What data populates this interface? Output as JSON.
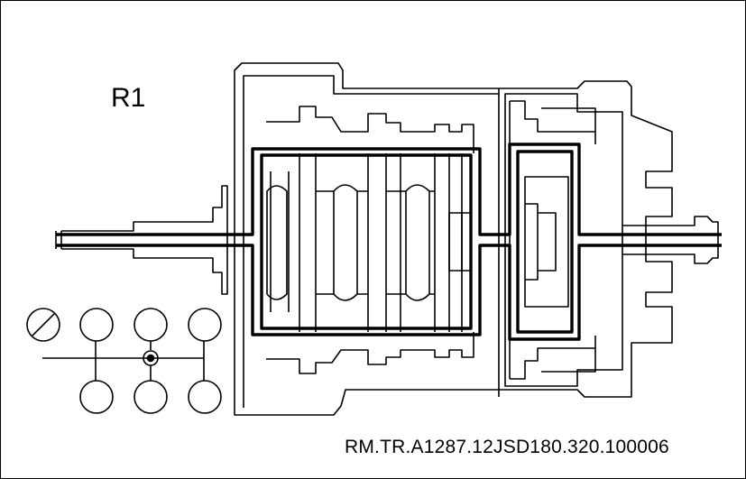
{
  "diagram": {
    "gear_label": "R1",
    "reference_code": "RM.TR.A1287.12JSD180.320.100006",
    "shift_pattern": {
      "top_row": [
        "neutral-slashed",
        "empty",
        "empty",
        "empty"
      ],
      "bottom_row": [
        "empty",
        "empty",
        "empty"
      ],
      "center_marker": "selected-point"
    },
    "colors": {
      "line": "#000000",
      "background": "#ffffff"
    }
  }
}
